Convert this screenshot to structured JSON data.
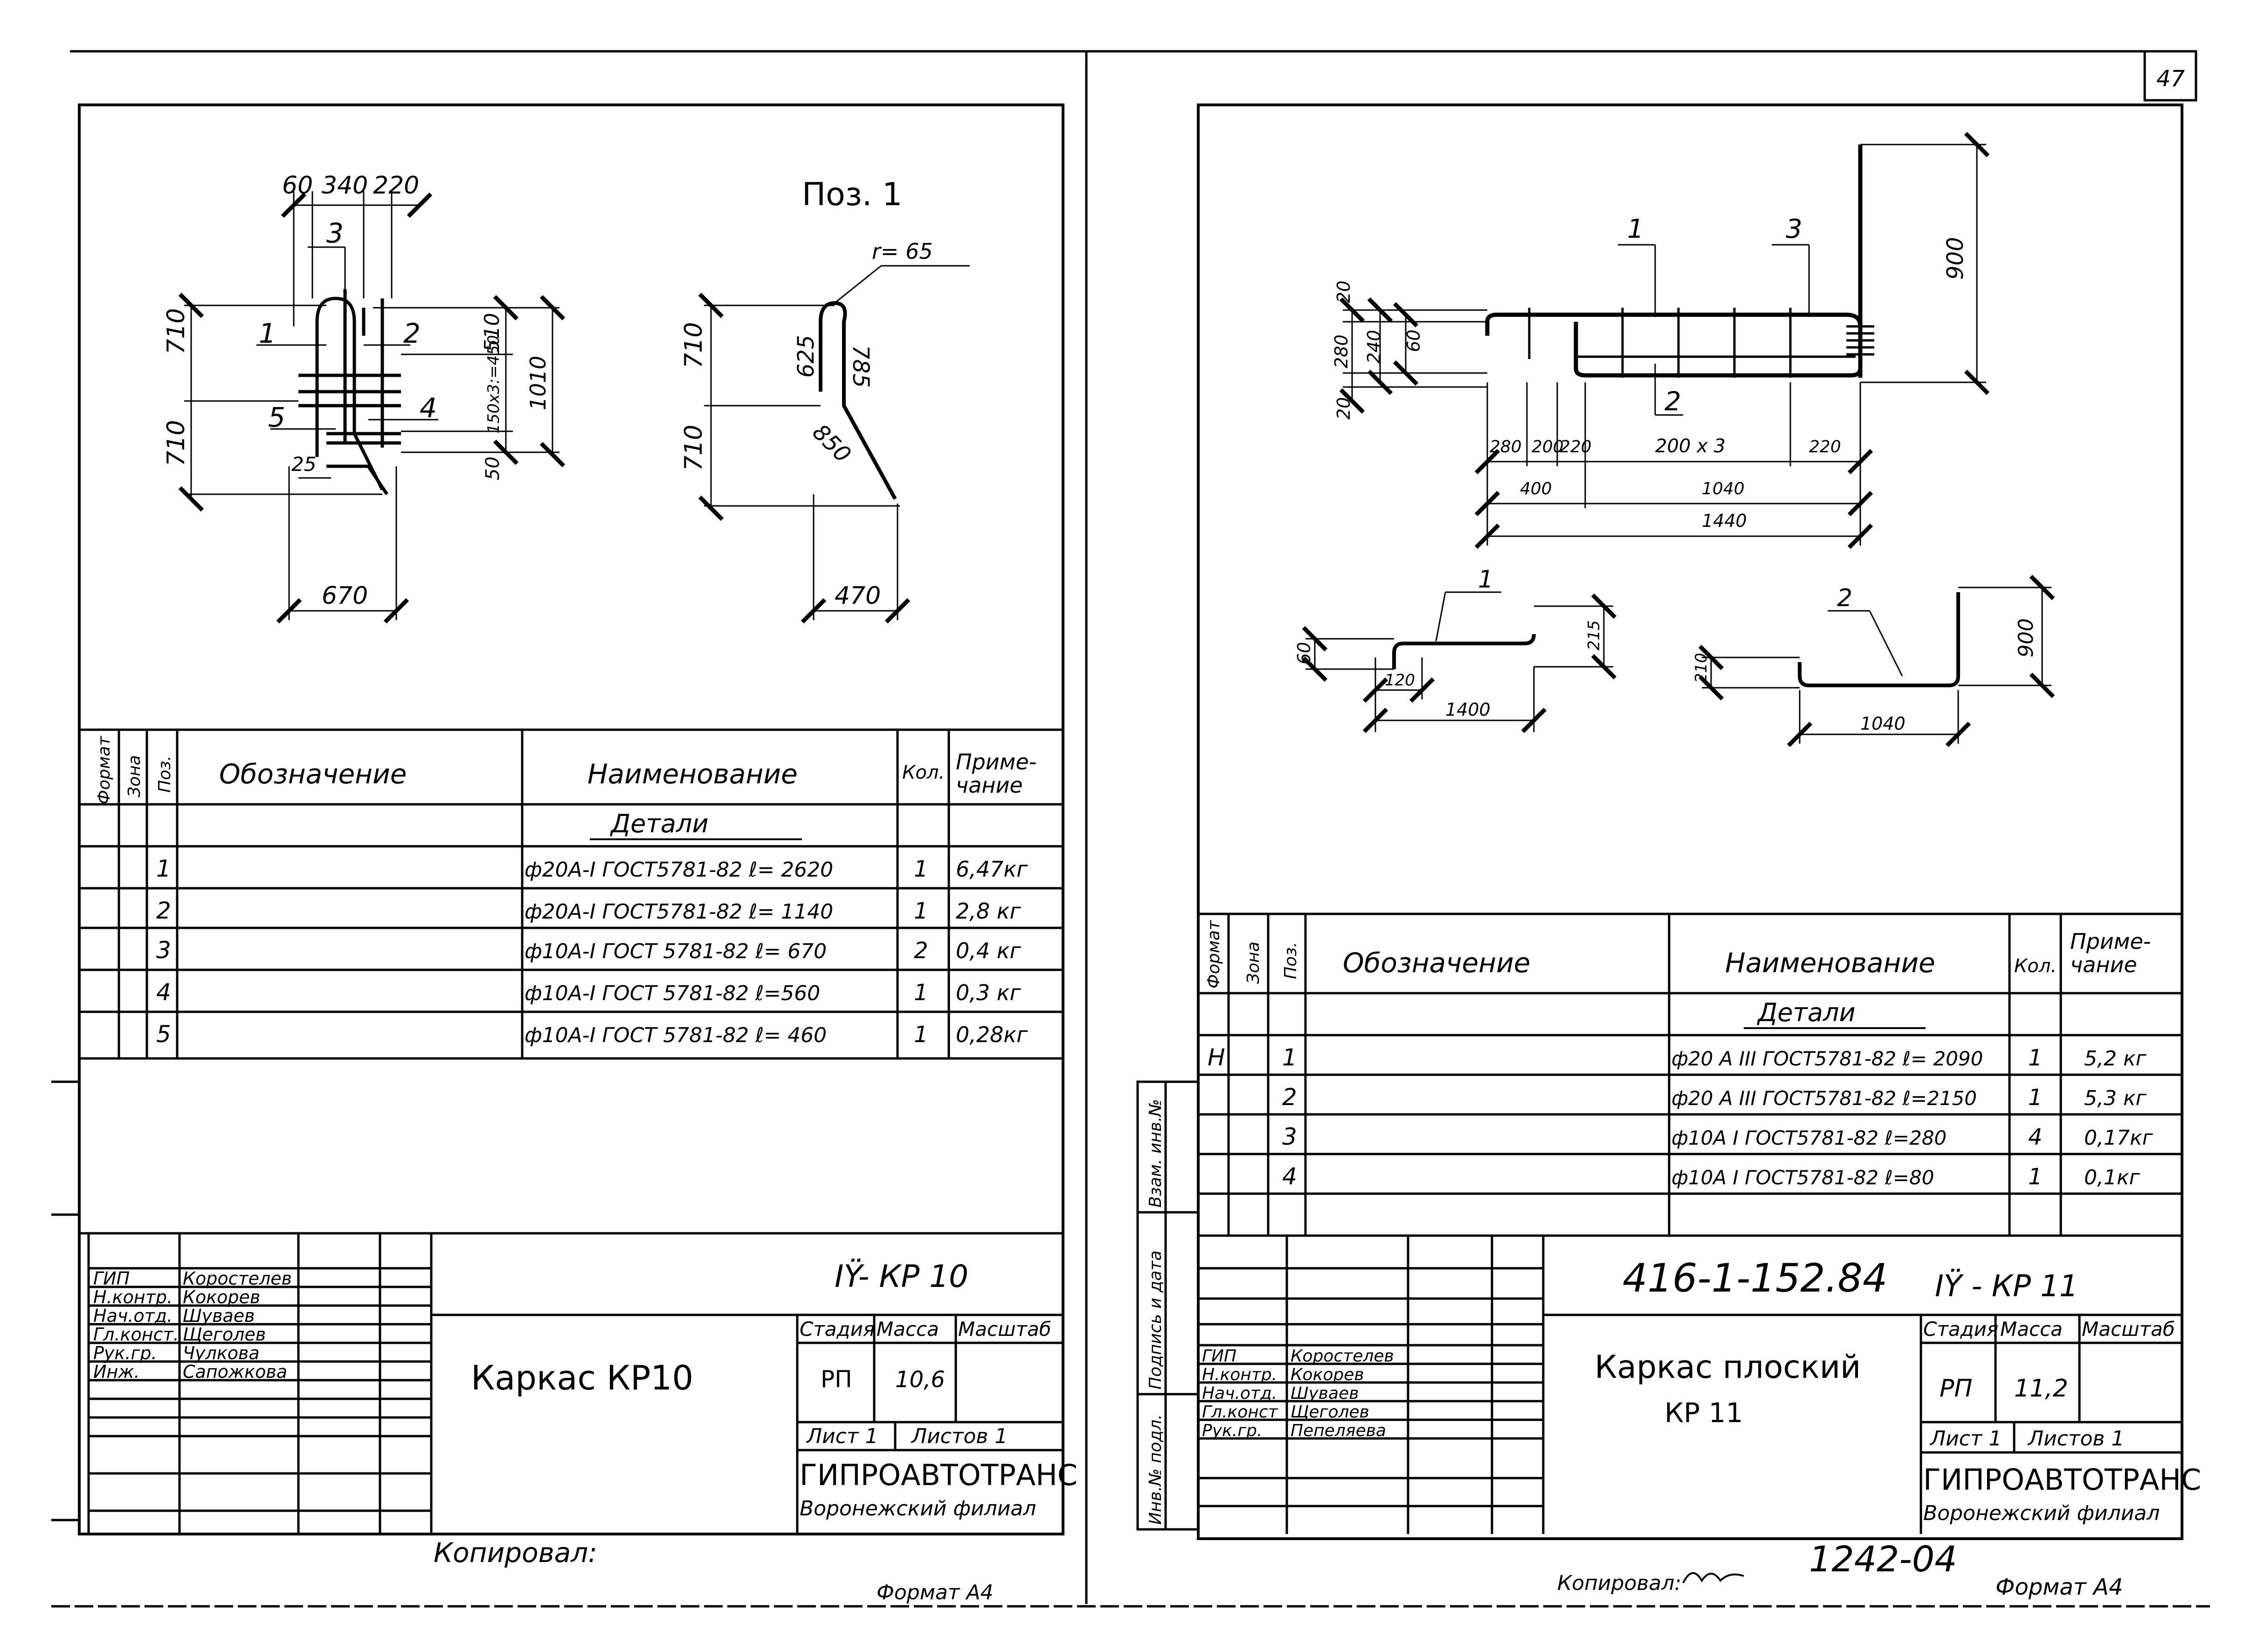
{
  "page_number": "47",
  "left_sheet": {
    "pos_title": "Поз. 1",
    "dims": {
      "top": [
        "60",
        "340",
        "220"
      ],
      "left": [
        "710",
        "710"
      ],
      "right": [
        "510",
        "150х3:=450",
        "50",
        "1010"
      ],
      "bottom": "670",
      "small": "25",
      "pos1": [
        "710",
        "710",
        "625",
        "785",
        "850",
        "470"
      ],
      "radius": "r= 65"
    },
    "callouts": [
      "1",
      "2",
      "3",
      "4",
      "5"
    ],
    "spec_headers": {
      "format": "Формат",
      "zone": "Зона",
      "pos": "Поз.",
      "designation": "Обозначение",
      "name": "Наименование",
      "qty": "Кол.",
      "note": "Приме-\nчание"
    },
    "section_title": "Детали",
    "rows": [
      {
        "pos": "1",
        "name": "ф20А-I ГОСТ5781-82 ℓ= 2620",
        "qty": "1",
        "note": "6,47кг"
      },
      {
        "pos": "2",
        "name": "ф20А-I ГОСТ5781-82 ℓ= 1140",
        "qty": "1",
        "note": "2,8 кг"
      },
      {
        "pos": "3",
        "name": "ф10А-I ГОСТ 5781-82 ℓ= 670",
        "qty": "2",
        "note": "0,4 кг"
      },
      {
        "pos": "4",
        "name": "ф10А-I ГОСТ 5781-82 ℓ=560",
        "qty": "1",
        "note": "0,3 кг"
      },
      {
        "pos": "5",
        "name": "ф10А-I ГОСТ 5781-82 ℓ= 460",
        "qty": "1",
        "note": "0,28кг"
      }
    ],
    "title_block": {
      "roles": [
        "ГИП",
        "Н.контр.",
        "Нач.отд.",
        "Гл.конст.",
        "Рук.гр.",
        "Инж."
      ],
      "people": [
        "Коростелев",
        "Кокорев",
        "Шуваев",
        "Щеголев",
        "Чулкова",
        "Сапожкова"
      ],
      "code": "IŸ- КР 10",
      "title": "Каркас  КР10",
      "stage_h": "Стадия",
      "mass_h": "Масса",
      "scale_h": "Масштаб",
      "stage": "РП",
      "mass": "10,6",
      "sheet": "Лист 1",
      "sheets": "Листов 1",
      "org": "ГИПРОАВТОТРАНС",
      "branch": "Воронежский филиал"
    },
    "copied": "Копировал:",
    "format": "Формат А4"
  },
  "right_sheet": {
    "dims": {
      "left": [
        "20",
        "240",
        "60",
        "280",
        "20"
      ],
      "bottom": [
        "280",
        "200",
        "220",
        "200 х 3",
        "220"
      ],
      "sub": [
        "400",
        "1040"
      ],
      "total": "1440",
      "height": "900",
      "det1": [
        "60",
        "215",
        "120",
        "1400"
      ],
      "det2": [
        "210",
        "900",
        "1040"
      ]
    },
    "callouts": [
      "1",
      "2",
      "3"
    ],
    "detail_callouts": [
      "1",
      "2"
    ],
    "spec_headers": {
      "format": "Формат",
      "zone": "Зона",
      "pos": "Поз.",
      "designation": "Обозначение",
      "name": "Наименование",
      "qty": "Кол.",
      "note": "Приме-\nчание"
    },
    "section_title": "Детали",
    "rows": [
      {
        "fmt": "Н",
        "pos": "1",
        "name": "ф20 А III ГОСТ5781-82 ℓ= 2090",
        "qty": "1",
        "note": "5,2 кг"
      },
      {
        "fmt": "",
        "pos": "2",
        "name": "ф20 А III ГОСТ5781-82 ℓ=2150",
        "qty": "1",
        "note": "5,3 кг"
      },
      {
        "fmt": "",
        "pos": "3",
        "name": "ф10А I ГОСТ5781-82 ℓ=280",
        "qty": "4",
        "note": "0,17кг"
      },
      {
        "fmt": "",
        "pos": "4",
        "name": "ф10А I ГОСТ5781-82 ℓ=80",
        "qty": "1",
        "note": "0,1кг"
      }
    ],
    "side_labels": [
      "Взам. инв.№",
      "Подпись и дата",
      "Инв.№ подл."
    ],
    "title_block": {
      "doc_number": "416-1-152.84",
      "roles": [
        "ГИП",
        "Н.контр.",
        "Нач.отд.",
        "Гл.конст",
        "Рук.гр."
      ],
      "people": [
        "Коростелев",
        "Кокорев",
        "Шуваев",
        "Щеголев",
        "Пепеляева"
      ],
      "code": "IŸ - КР 11",
      "title_line1": "Каркас плоский",
      "title_line2": "КР 11",
      "stage_h": "Стадия",
      "mass_h": "Масса",
      "scale_h": "Масштаб",
      "stage": "РП",
      "mass": "11,2",
      "sheet": "Лист 1",
      "sheets": "Листов 1",
      "org": "ГИПРОАВТОТРАНС",
      "branch": "Воронежский филиал"
    },
    "copied": "Копировал:",
    "archive": "1242-04",
    "format": "Формат А4"
  }
}
